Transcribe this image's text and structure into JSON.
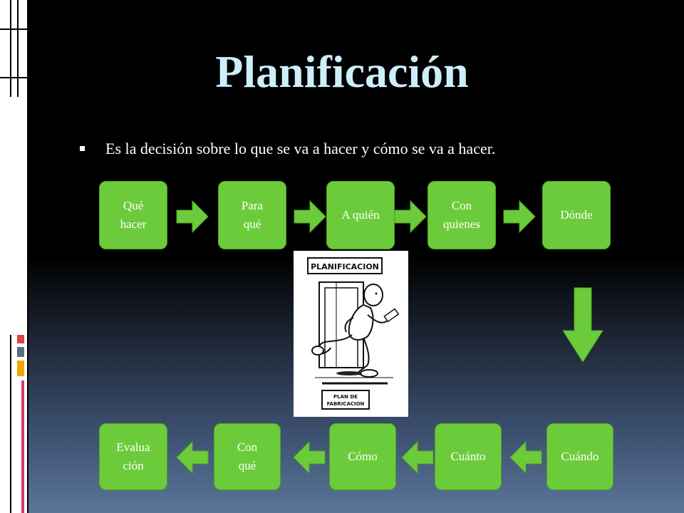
{
  "title": "Planificación",
  "bullet": "Es la decisión sobre lo que se va a hacer y cómo se va a hacer.",
  "flow_top": [
    {
      "lines": [
        "Qué",
        "hacer"
      ]
    },
    {
      "lines": [
        "Para",
        "qué"
      ]
    },
    {
      "lines": [
        "A quién"
      ]
    },
    {
      "lines": [
        "Con",
        "quienes"
      ]
    },
    {
      "lines": [
        "Dónde"
      ]
    }
  ],
  "flow_bottom": [
    {
      "lines": [
        "Evalua",
        "ción"
      ]
    },
    {
      "lines": [
        "Con",
        "qué"
      ]
    },
    {
      "lines": [
        "Cómo"
      ]
    },
    {
      "lines": [
        "Cuánto"
      ]
    },
    {
      "lines": [
        "Cuándo"
      ]
    }
  ],
  "cartoon": {
    "sign_top": "PLANIFICACION",
    "sign_bottom_1": "PLAN DE",
    "sign_bottom_2": "FABRICACION"
  },
  "colors": {
    "box": "#6ccb3a",
    "arrow": "#6ccb3a",
    "title": "#cdeefa"
  }
}
